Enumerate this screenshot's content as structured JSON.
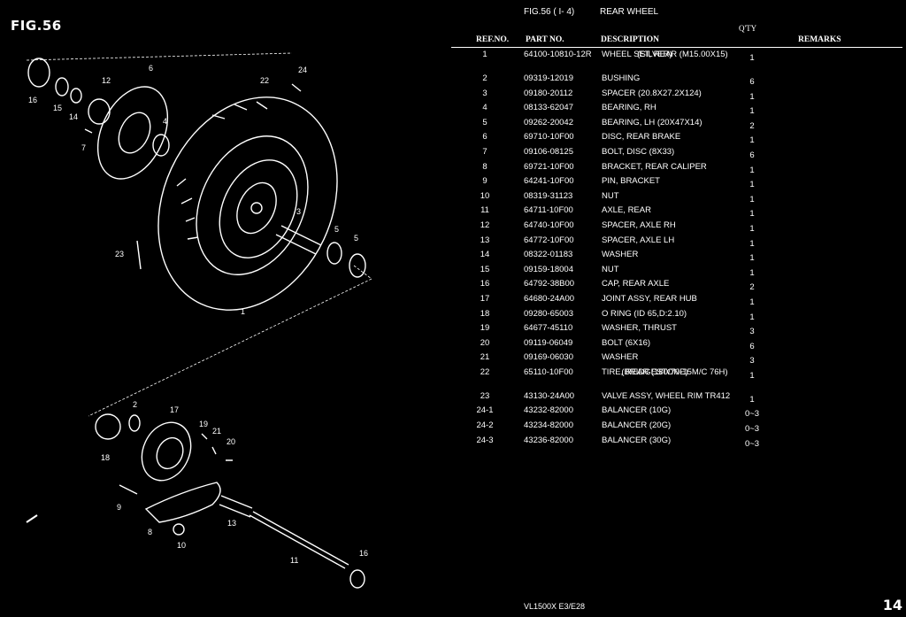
{
  "figure_label": "FIG.56",
  "header": {
    "fig": "FIG.56 ( I- 4)",
    "title": "REAR WHEEL"
  },
  "columns": {
    "ref": "REF.NO.",
    "part": "PART NO.",
    "desc": "DESCRIPTION",
    "qty": "Q'TY",
    "remarks": "REMARKS"
  },
  "diagram_callouts": [
    "16",
    "15",
    "14",
    "7",
    "12",
    "6",
    "4",
    "22",
    "24",
    "3",
    "5",
    "5",
    "23",
    "1",
    "2",
    "17",
    "19",
    "21",
    "20",
    "18",
    "9",
    "8",
    "10",
    "13",
    "11",
    "16"
  ],
  "parts": [
    {
      "ref": "1",
      "part": "64100-10810-12R",
      "desc": "WHEEL SET, REAR (M15.00X15)",
      "desc2": "(SILVER)",
      "qty": "1"
    },
    {
      "ref": "2",
      "part": "09319-12019",
      "desc": "BUSHING",
      "qty": "6"
    },
    {
      "ref": "3",
      "part": "09180-20112",
      "desc": "SPACER (20.8X27.2X124)",
      "qty": "1"
    },
    {
      "ref": "4",
      "part": "08133-62047",
      "desc": "BEARING, RH",
      "qty": "1"
    },
    {
      "ref": "5",
      "part": "09262-20042",
      "desc": "BEARING, LH (20X47X14)",
      "qty": "2"
    },
    {
      "ref": "6",
      "part": "69710-10F00",
      "desc": "DISC, REAR BRAKE",
      "qty": "1"
    },
    {
      "ref": "7",
      "part": "09106-08125",
      "desc": "BOLT, DISC (8X33)",
      "qty": "6"
    },
    {
      "ref": "8",
      "part": "69721-10F00",
      "desc": "BRACKET, REAR CALIPER",
      "qty": "1"
    },
    {
      "ref": "9",
      "part": "64241-10F00",
      "desc": "PIN, BRACKET",
      "qty": "1"
    },
    {
      "ref": "10",
      "part": "08319-31123",
      "desc": "NUT",
      "qty": "1"
    },
    {
      "ref": "11",
      "part": "64711-10F00",
      "desc": "AXLE, REAR",
      "qty": "1"
    },
    {
      "ref": "12",
      "part": "64740-10F00",
      "desc": "SPACER, AXLE RH",
      "qty": "1"
    },
    {
      "ref": "13",
      "part": "64772-10F00",
      "desc": "SPACER, AXLE LH",
      "qty": "1"
    },
    {
      "ref": "14",
      "part": "08322-01183",
      "desc": "WASHER",
      "qty": "1"
    },
    {
      "ref": "15",
      "part": "09159-18004",
      "desc": "NUT",
      "qty": "1"
    },
    {
      "ref": "16",
      "part": "64792-38B00",
      "desc": "CAP, REAR AXLE",
      "qty": "2"
    },
    {
      "ref": "17",
      "part": "64680-24A00",
      "desc": "JOINT ASSY, REAR HUB",
      "qty": "1"
    },
    {
      "ref": "18",
      "part": "09280-65003",
      "desc": "O RING (ID 65,D:2.10)",
      "qty": "1"
    },
    {
      "ref": "19",
      "part": "64677-45110",
      "desc": "WASHER, THRUST",
      "qty": "3"
    },
    {
      "ref": "20",
      "part": "09119-06049",
      "desc": "BOLT (6X16)",
      "qty": "6"
    },
    {
      "ref": "21",
      "part": "09169-06030",
      "desc": "WASHER",
      "qty": "3"
    },
    {
      "ref": "22",
      "part": "65110-10F00",
      "desc": "TIRE, REAR (180/70-15M/C 76H)",
      "desc2": "(BRIDGESTONE)",
      "qty": "1"
    },
    {
      "ref": "23",
      "part": "43130-24A00",
      "desc": "VALVE ASSY, WHEEL RIM TR412",
      "qty": "1"
    },
    {
      "ref": "24-1",
      "part": "43232-82000",
      "desc": "BALANCER (10G)",
      "qty": "0~3"
    },
    {
      "ref": "24-2",
      "part": "43234-82000",
      "desc": "BALANCER (20G)",
      "qty": "0~3"
    },
    {
      "ref": "24-3",
      "part": "43236-82000",
      "desc": "BALANCER (30G)",
      "qty": "0~3"
    }
  ],
  "footer": "VL1500X  E3/E28",
  "page_number": "14"
}
